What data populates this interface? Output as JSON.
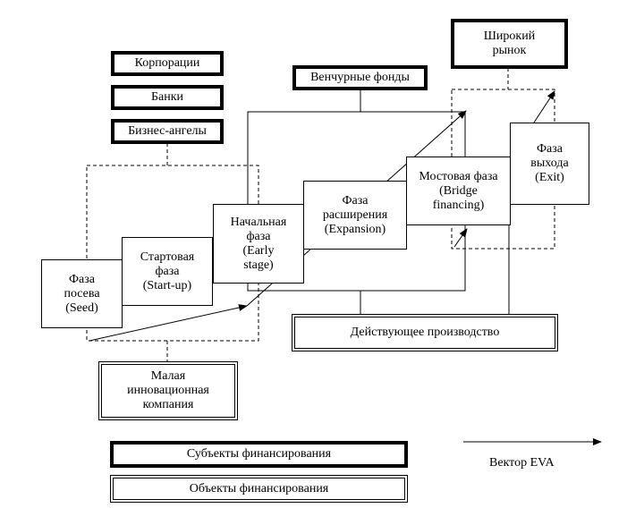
{
  "investors": {
    "corporations": "Корпорации",
    "banks": "Банки",
    "angels": "Бизнес-ангелы",
    "venture_funds": "Венчурные фонды",
    "wide_market": "Широкий\nрынок"
  },
  "phases": {
    "seed": "Фаза\nпосева\n(Seed)",
    "startup": "Стартовая\nфаза\n(Start-up)",
    "early": "Начальная\nфаза\n(Early\nstage)",
    "expansion": "Фаза\nрасширения\n(Expansion)",
    "bridge": "Мостовая фаза\n(Bridge\nfinancing)",
    "exit": "Фаза\nвыхода\n(Exit)"
  },
  "objects": {
    "small_company": "Малая\nинновационная\nкомпания",
    "operating": "Действующее производство"
  },
  "legend": {
    "subjects": "Субъекты финансирования",
    "objects": "Объекты финансирования",
    "vector": "Вектор EVA"
  }
}
